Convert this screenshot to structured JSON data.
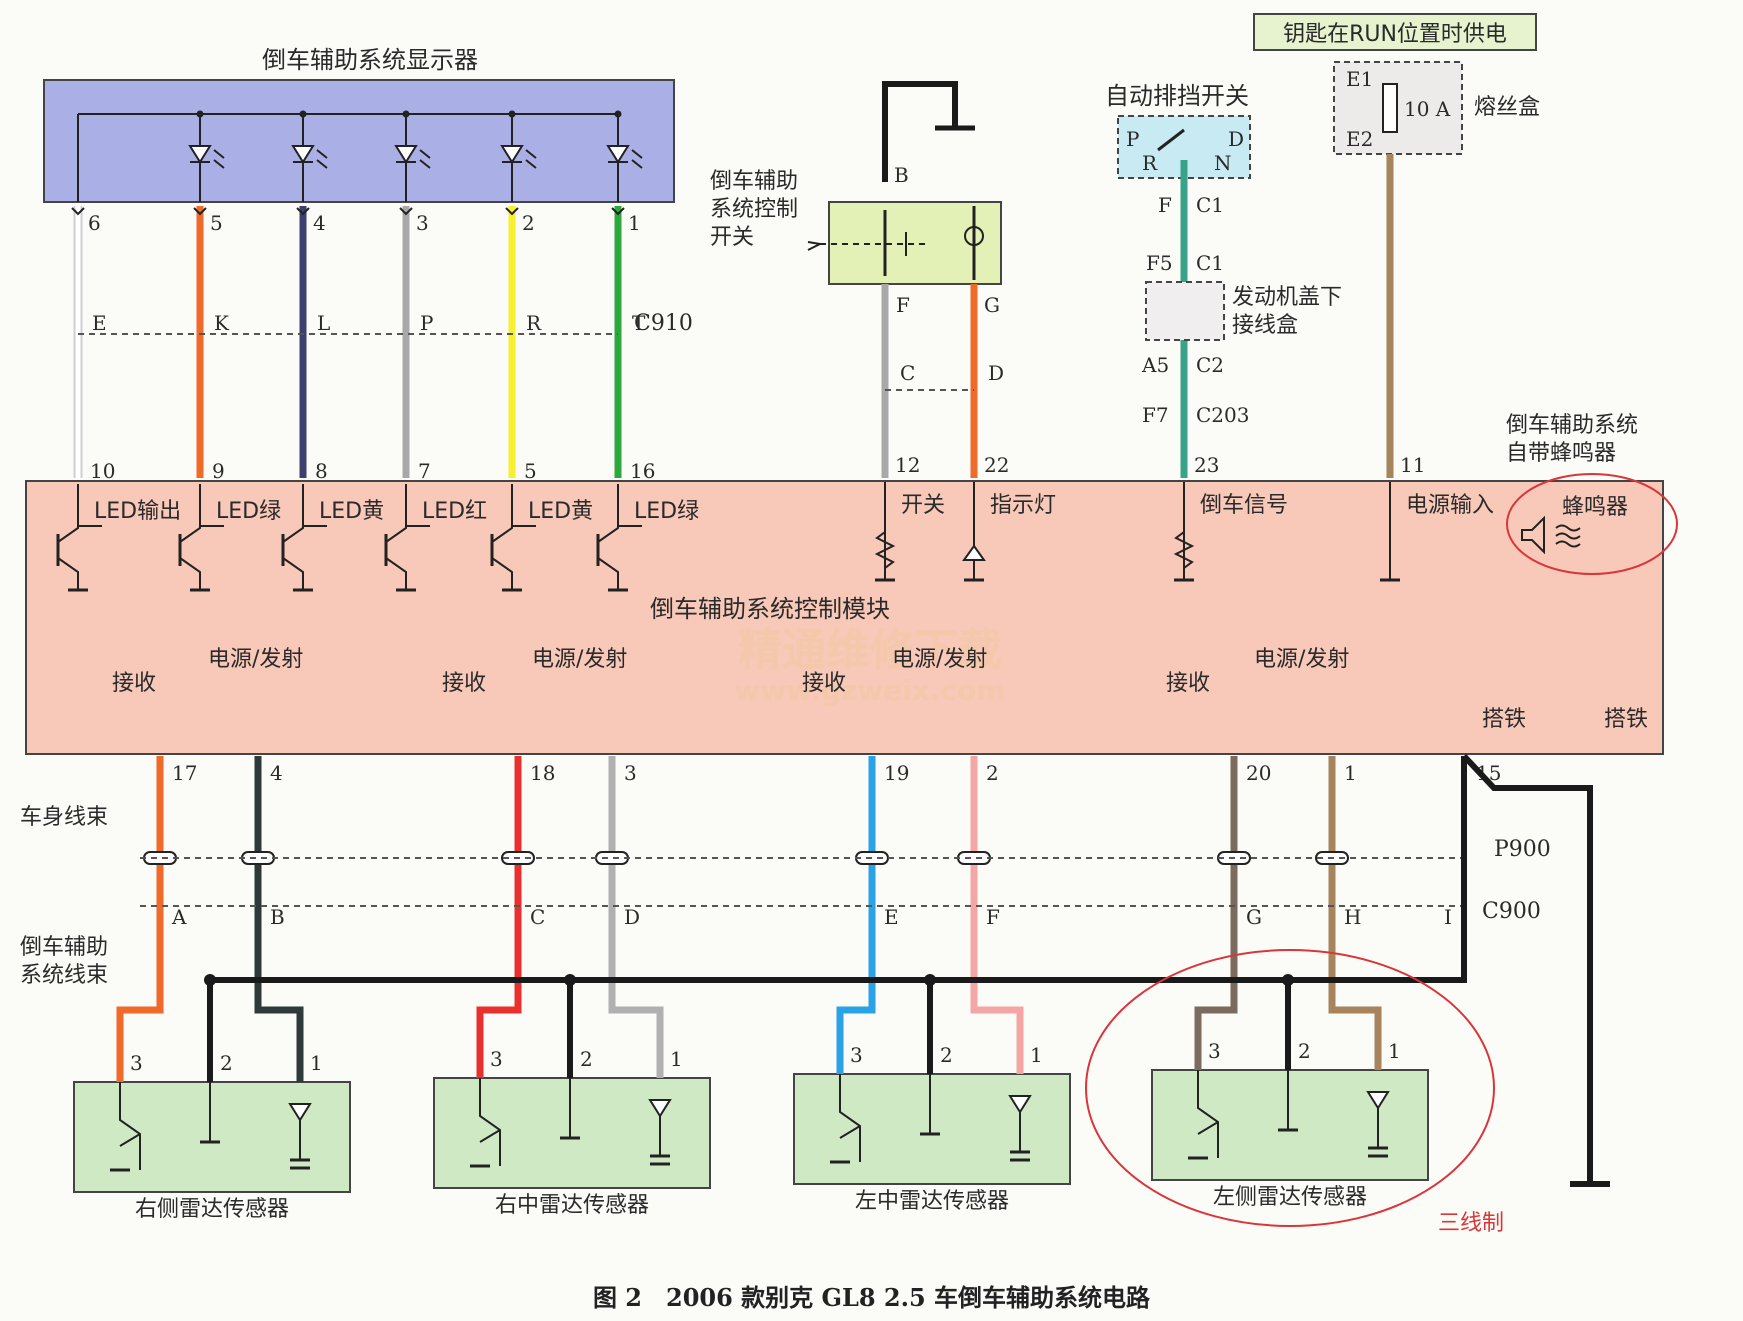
{
  "display": {
    "title": "倒车辅助系统显示器",
    "pins": [
      "6",
      "5",
      "4",
      "3",
      "2",
      "1"
    ],
    "connector_letters": [
      "E",
      "K",
      "L",
      "P",
      "R",
      "T"
    ],
    "connector_name": "C910",
    "wire_colors": [
      "#ffffff",
      "#f06a2a",
      "#3d3f70",
      "#a8a8a8",
      "#f7f02e",
      "#2ca83c"
    ]
  },
  "module": {
    "title": "倒车辅助系统控制模块",
    "led_pins": [
      "10",
      "9",
      "8",
      "7",
      "5",
      "16"
    ],
    "led_labels": [
      "LED输出",
      "LED绿",
      "LED黄",
      "LED红",
      "LED黄",
      "LED绿"
    ],
    "input_pins": [
      "12",
      "22",
      "23",
      "11"
    ],
    "input_labels": [
      "开关",
      "指示灯",
      "倒车信号",
      "电源输入"
    ],
    "buzzer_label": "蜂鸣器",
    "recv_label": "接收",
    "tx_label": "电源/发射",
    "ground_label": "搭铁",
    "lower_pins": [
      "17",
      "4",
      "18",
      "3",
      "19",
      "2",
      "20",
      "1",
      "15"
    ]
  },
  "switch": {
    "label": [
      "倒车辅助",
      "系统控制",
      "开关"
    ],
    "pins": [
      "B",
      "F",
      "G"
    ],
    "conn": [
      "C",
      "D"
    ]
  },
  "gear_switch": {
    "title": "自动排挡开关",
    "positions": [
      "P",
      "D",
      "R",
      "N"
    ],
    "pins": [
      "F",
      "C1",
      "F5",
      "C1",
      "A5",
      "C2",
      "F7",
      "C203"
    ]
  },
  "junction_box": {
    "label": [
      "发动机盖下",
      "接线盒"
    ]
  },
  "fuse": {
    "supply_label": "钥匙在RUN位置时供电",
    "pins": [
      "E1",
      "E2"
    ],
    "rating": "10 A",
    "box_label": "熔丝盒"
  },
  "buzzer_note": [
    "倒车辅助系统",
    "自带蜂鸣器"
  ],
  "harness": {
    "body": "车身线束",
    "assist": [
      "倒车辅助",
      "系统线束"
    ],
    "p900": "P900",
    "c900": "C900",
    "letters": [
      "A",
      "B",
      "C",
      "D",
      "E",
      "F",
      "G",
      "H",
      "I"
    ]
  },
  "sensors": [
    {
      "name": "右侧雷达传感器",
      "pins": [
        "3",
        "2",
        "1"
      ]
    },
    {
      "name": "右中雷达传感器",
      "pins": [
        "3",
        "2",
        "1"
      ]
    },
    {
      "name": "左中雷达传感器",
      "pins": [
        "3",
        "2",
        "1"
      ]
    },
    {
      "name": "左侧雷达传感器",
      "pins": [
        "3",
        "2",
        "1"
      ]
    }
  ],
  "three_wire_note": "三线制",
  "watermark": [
    "精通维修下载",
    "www.gzweix.com"
  ],
  "caption": "图 2　2006 款别克 GL8 2.5 车倒车辅助系统电路",
  "colors": {
    "display_fill": "#aab0e6",
    "module_fill": "#f8c8b8",
    "sensor_fill": "#cfe9c4",
    "switch_fill": "#e3f0b6",
    "gear_fill": "#c8eaf2",
    "highlight": "#d8363a"
  }
}
